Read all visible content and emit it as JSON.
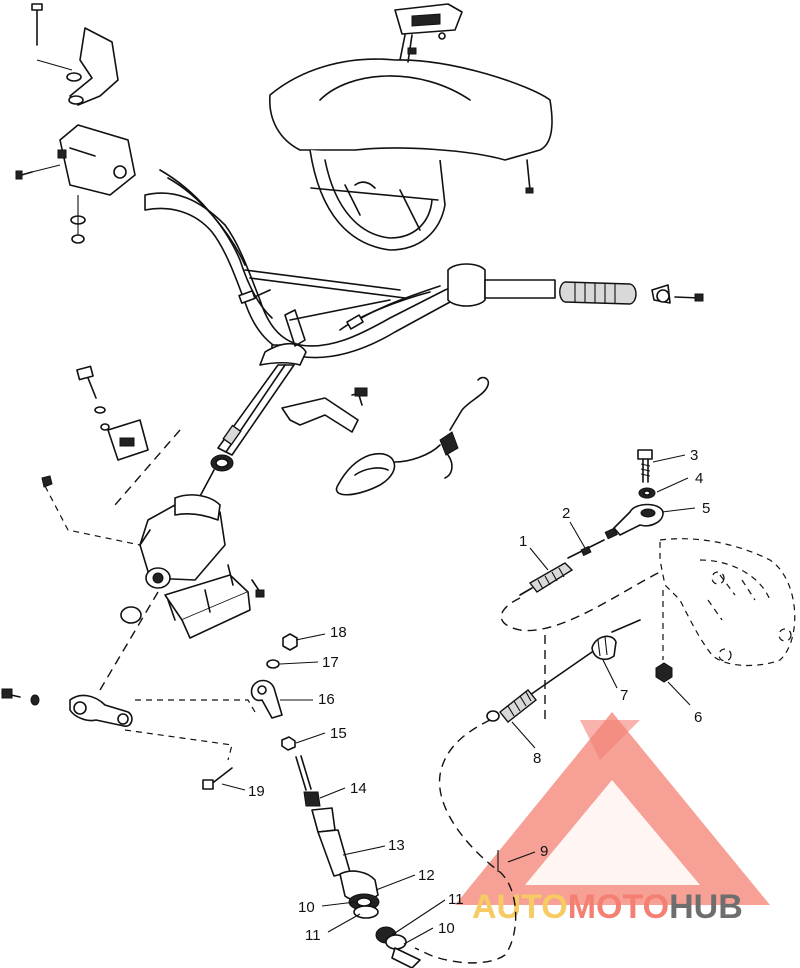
{
  "callouts": [
    {
      "id": "1",
      "text": "1"
    },
    {
      "id": "2",
      "text": "2"
    },
    {
      "id": "3",
      "text": "3"
    },
    {
      "id": "4",
      "text": "4"
    },
    {
      "id": "5",
      "text": "5"
    },
    {
      "id": "6",
      "text": "6"
    },
    {
      "id": "7",
      "text": "7"
    },
    {
      "id": "8",
      "text": "8"
    },
    {
      "id": "9",
      "text": "9"
    },
    {
      "id": "10a",
      "text": "10"
    },
    {
      "id": "10b",
      "text": "10"
    },
    {
      "id": "11a",
      "text": "11"
    },
    {
      "id": "11b",
      "text": "11"
    },
    {
      "id": "12",
      "text": "12"
    },
    {
      "id": "13",
      "text": "13"
    },
    {
      "id": "14",
      "text": "14"
    },
    {
      "id": "15",
      "text": "15"
    },
    {
      "id": "16",
      "text": "16"
    },
    {
      "id": "17",
      "text": "17"
    },
    {
      "id": "18",
      "text": "18"
    },
    {
      "id": "19",
      "text": "19"
    }
  ],
  "watermark": {
    "part1": "AUTO",
    "part2": "MOTO",
    "part3": "HUB",
    "color_primary": "#f26b5b",
    "color_secondary": "#f5c24a",
    "color_dark": "#555555"
  }
}
